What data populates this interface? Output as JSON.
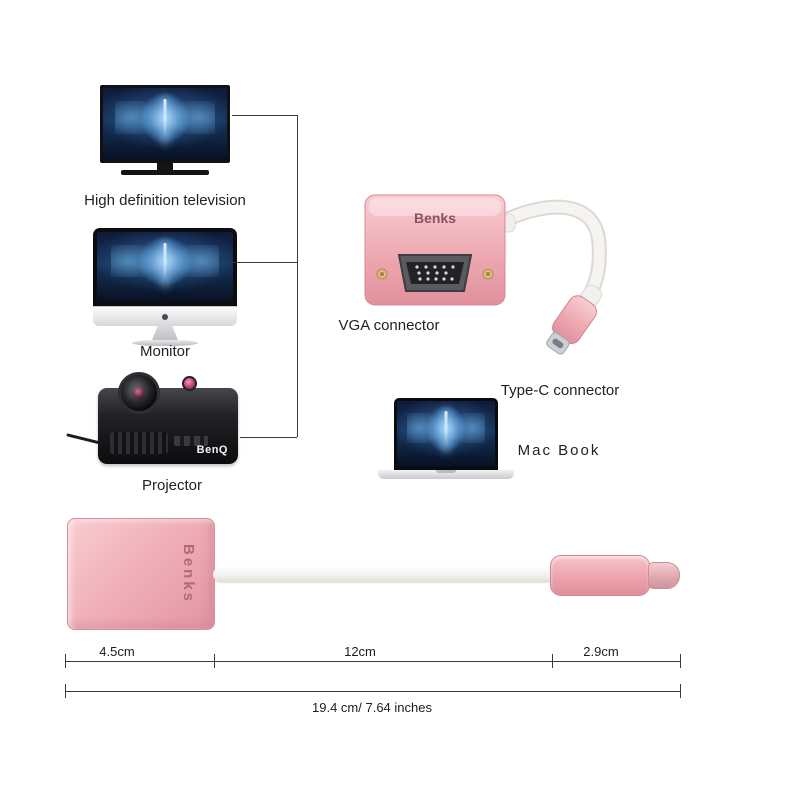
{
  "devices": {
    "hdtv_label": "High definition television",
    "monitor_label": "Monitor",
    "projector_label": "Projector",
    "macbook_label": "Mac Book"
  },
  "connectors": {
    "vga_label": "VGA connector",
    "typec_label": "Type-C connector"
  },
  "brand": {
    "adapter_logo": "Benks",
    "adapter_logo_bottom": "Benks",
    "projector_logo": "BenQ"
  },
  "measurements": {
    "adapter_body": "4.5cm",
    "cable": "12cm",
    "plug": "2.9cm",
    "total": "19.4 cm/ 7.64 inches"
  },
  "colors": {
    "rose_gold": "#efa8b0",
    "rose_gold_dark": "#d88a95",
    "cable_white": "#f3f1ee",
    "line": "#3a3a3a",
    "text": "#222222"
  }
}
